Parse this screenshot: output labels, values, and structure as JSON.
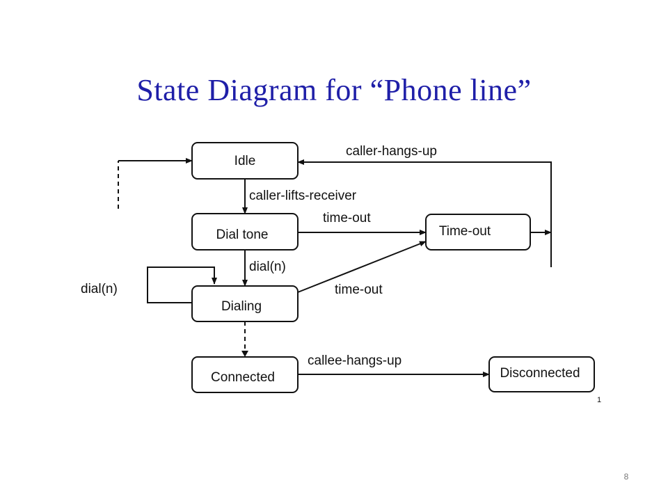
{
  "title": "State Diagram for “Phone line”",
  "states": {
    "idle": "Idle",
    "dial_tone": "Dial tone",
    "dialing": "Dialing",
    "connected": "Connected",
    "time_out": "Time-out",
    "disconnected": "Disconnected"
  },
  "transitions": {
    "caller_hangs_up": "caller-hangs-up",
    "caller_lifts_receiver": "caller-lifts-receiver",
    "time_out_from_dial_tone": "time-out",
    "dial_n": "dial(n)",
    "dial_n_self_loop": "dial(n)",
    "time_out_from_dialing": "time-out",
    "callee_hangs_up": "callee-hangs-up"
  },
  "footnote_mark": "1",
  "page_number": "8"
}
